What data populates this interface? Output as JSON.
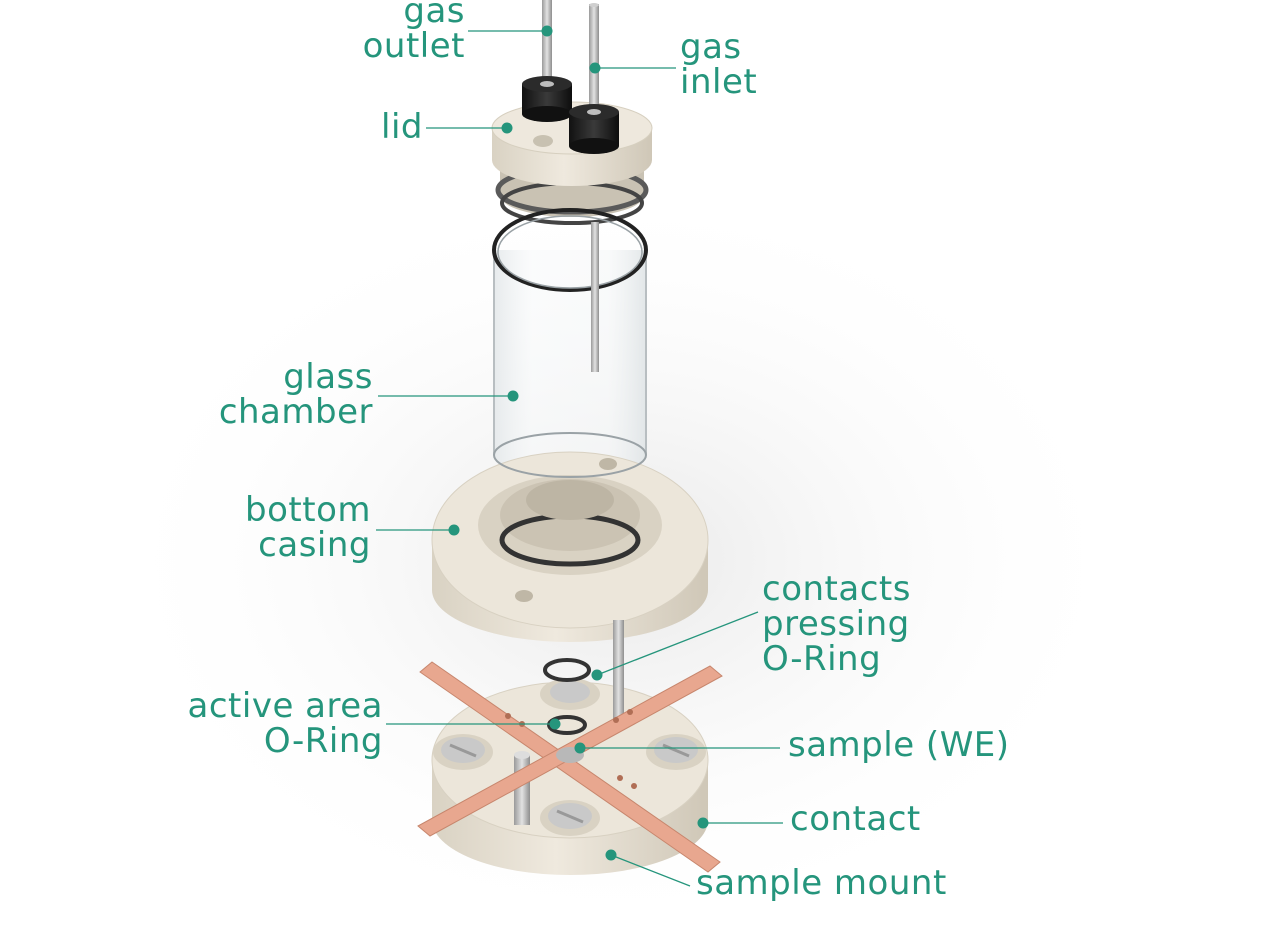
{
  "labels": {
    "gas_outlet": [
      "gas",
      "outlet"
    ],
    "gas_inlet": [
      "gas",
      "inlet"
    ],
    "lid": "lid",
    "glass_chamber": [
      "glass",
      "chamber"
    ],
    "bottom_casing": [
      "bottom",
      "casing"
    ],
    "contacts_pressing_oring": [
      "contacts",
      "pressing",
      "O-Ring"
    ],
    "active_area_oring": [
      "active area",
      "O-Ring"
    ],
    "sample_we": "sample (WE)",
    "contact": "contact",
    "sample_mount": "sample mount"
  },
  "colors": {
    "label": "#25957c",
    "ptfe": "#ebe5d8",
    "copper": "#e8a78f",
    "cap": "#1a1a1a",
    "glass_edge": "#2a2a2a"
  }
}
